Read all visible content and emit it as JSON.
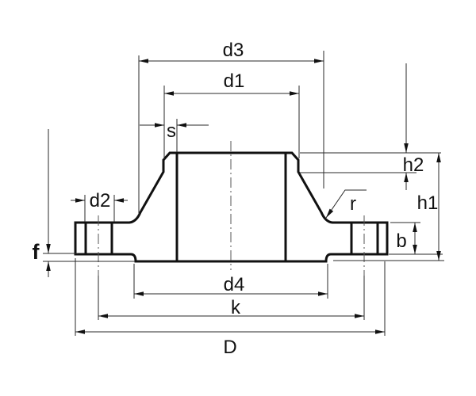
{
  "drawing": {
    "kind": "flange cross-section technical drawing",
    "labels": {
      "d3": "d3",
      "d1": "d1",
      "s": "s",
      "d2": "d2",
      "f": "f",
      "r": "r",
      "h2": "h2",
      "h1": "h1",
      "b": "b",
      "d4": "d4",
      "k": "k",
      "D": "D"
    },
    "colors": {
      "section_fill": "#b4b4b4",
      "outline": "#111111",
      "dimension_line": "#2a2a2a",
      "background": "#ffffff"
    }
  }
}
